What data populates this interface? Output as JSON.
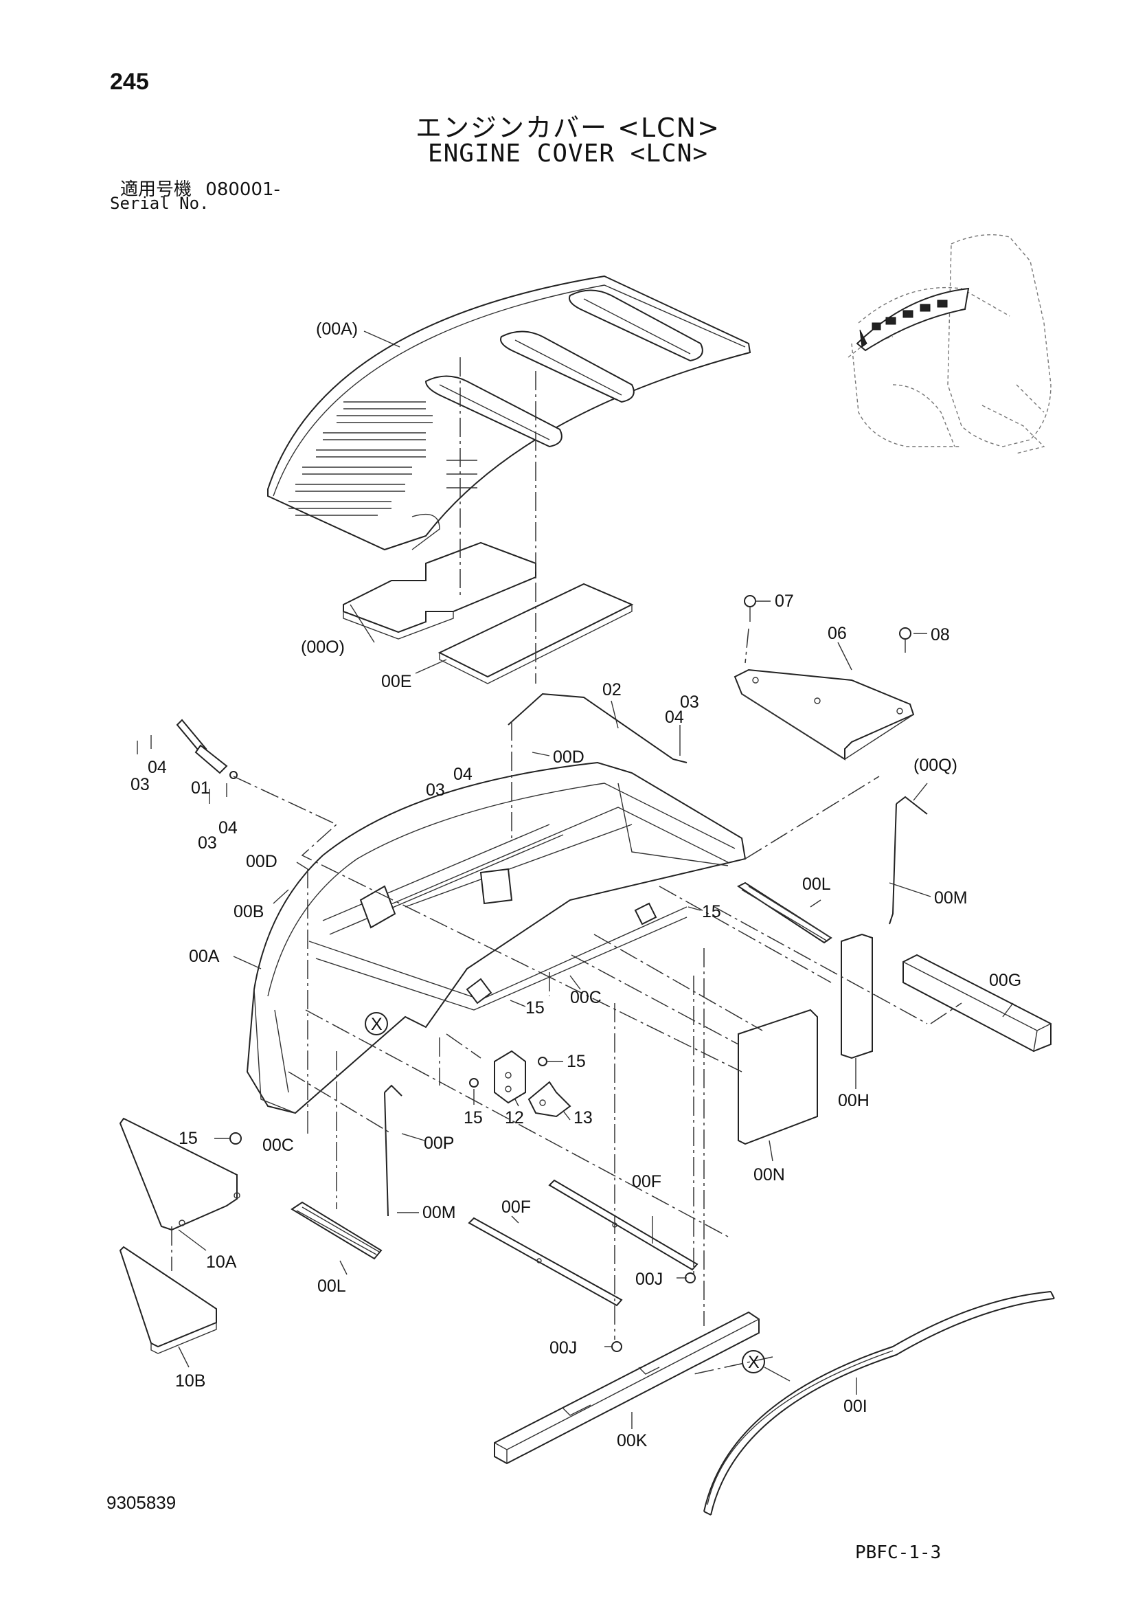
{
  "page_number": "245",
  "title_jp": "エンジンカバー <LCN>",
  "title_en": "ENGINE COVER <LCN>",
  "serial": {
    "label_jp": "適用号機",
    "value": "080001-",
    "label_en": "Serial No."
  },
  "doc_number": "9305839",
  "sheet_code": "PBFC-1-3",
  "labels": {
    "p00A_top": "(00A)",
    "p00O": "(00O)",
    "p00E": "00E",
    "p07": "07",
    "p06": "06",
    "p08": "08",
    "p02": "02",
    "p03_right": "03",
    "p04_right": "04",
    "p00D_top": "00D",
    "p04_mid": "04",
    "p03_mid": "03",
    "p03_left": "03",
    "p04_left": "04",
    "p01": "01",
    "p03_low": "03",
    "p04_low": "04",
    "p00Q": "(00Q)",
    "p00D_left": "00D",
    "p00B": "00B",
    "p00L_right": "00L",
    "p15_a": "15",
    "p00M_right": "00M",
    "p00A_mid": "00A",
    "p00C_mid": "00C",
    "p15_b": "15",
    "p00G": "00G",
    "p15_c": "15",
    "p15_d": "15",
    "p12": "12",
    "p13": "13",
    "p00H": "00H",
    "p15_e": "15",
    "p00C_low": "00C",
    "p00P": "00P",
    "p00N": "00N",
    "p00M_low": "00M",
    "p00F_a": "00F",
    "p00F_b": "00F",
    "p10A": "10A",
    "p00L_low": "00L",
    "p00J_a": "00J",
    "p00J_b": "00J",
    "p10B": "10B",
    "pX_mid": "X",
    "pX_low": "X",
    "p00I": "00I",
    "p00K": "00K"
  }
}
